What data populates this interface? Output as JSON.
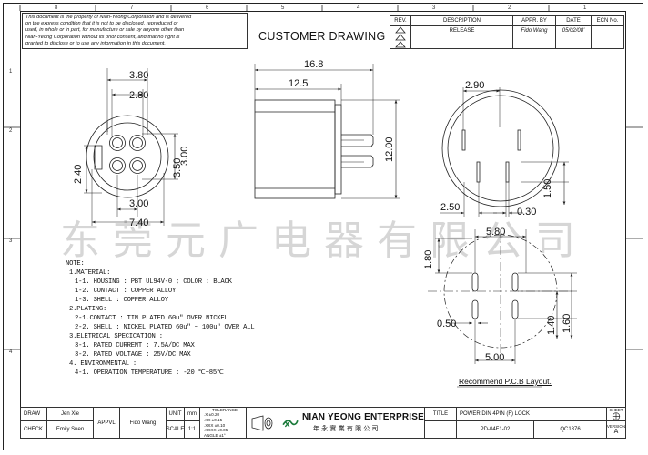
{
  "confidentiality_notice": [
    "This document is the property of Nian-Yeong Corporation and is delivered",
    "on the express condition that it is not to be disclosed, reproduced or",
    "used, in whole or in part, for manufacture or sale by anyone other than",
    "Nian-Yeong Corporation without its prior consent, and that no right is",
    "granted to disclose or to use any information in this document."
  ],
  "drawing_title": "CUSTOMER DRAWING",
  "revision_table": {
    "headers": [
      "REV.",
      "DESCRIPTION",
      "APPR. BY",
      "DATE",
      "ECN No."
    ],
    "rows": [
      {
        "rev": "",
        "description": "RELEASE",
        "appr": "Fido Wang",
        "date": "05/02/08'",
        "ecn": ""
      }
    ]
  },
  "border_numbers": {
    "top": [
      "8",
      "7",
      "6",
      "5",
      "4",
      "3",
      "2",
      "1"
    ],
    "left": [
      "1",
      "2",
      "3",
      "4"
    ]
  },
  "front_view_dims": {
    "d_3_80": "3.80",
    "d_2_80": "2.80",
    "d_3_00_right": "3.00",
    "d_3_50": "3.50",
    "d_2_40": "2.40",
    "d_3_00_bottom": "3.00",
    "d_7_40": "7.40"
  },
  "side_view_dims": {
    "d_16_8": "16.8",
    "d_12_5": "12.5",
    "d_12_00": "12.00"
  },
  "end_view_dims": {
    "d_2_90": "2.90",
    "d_1_50": "1.50",
    "d_2_50": "2.50",
    "d_0_30": "0.30"
  },
  "pcb_dims": {
    "d_5_80": "5.80",
    "d_1_80": "1.80",
    "d_0_50": "0.50",
    "d_1_40": "1.40",
    "d_1_60": "1.60",
    "d_5_00": "5.00"
  },
  "pcb_label": "Recommend P.C.B Layout.",
  "watermark": "东莞元广电器有限公司",
  "notes": {
    "heading": "NOTE:",
    "lines": [
      "1.MATERIAL:",
      "1-1. HOUSING : PBT UL94V-0 ; COLOR : BLACK",
      "1-2. CONTACT : COPPER ALLOY",
      "1-3. SHELL : COPPER ALLOY",
      "2.PLATING:",
      "2-1.CONTACT :  TIN PLATED 60u\" OVER NICKEL",
      "2-2. SHELL : NICKEL PLATED 60u\" ~ 100u\" OVER ALL",
      "3.ELETRICAL SPECICATION :",
      "3-1. RATED CURRENT : 7.5A/DC MAX",
      "3-2. RATED VOLTAGE : 25V/DC MAX",
      "4. ENVIRONMENTAL :",
      "4-1. OPERATION TEMPERATURE : -20 ℃~85℃"
    ]
  },
  "title_block": {
    "draw_label": "DRAW",
    "draw_value": "Jen Xie",
    "check_label": "CHECK",
    "check_value": "Emily Suen",
    "appvl_label": "APPVL",
    "appvl_value": "Fido Wang",
    "unit_label": "UNIT",
    "unit_value": "mm",
    "scale_label": "SCALE",
    "scale_value": "1:1",
    "tolerance_label": "TOLERANCE",
    "tolerance_lines": [
      ".X ±0.20",
      ".XX ±0.15",
      ".XXX ±0.10",
      ".XXXX ±0.05",
      "ANGLE ±1°"
    ],
    "company_name": "NIAN YEONG ENTERPRISE",
    "company_chinese": "年 永 實 業 有 限 公 司",
    "title_label": "TITLE",
    "title_value": "POWER DIN 4PIN (F) LOCK",
    "part_no": "PD-04F1-02",
    "doc_no": "QC1876",
    "sheet_label": "SHEET",
    "version_label": "VERSION",
    "version_value": "A"
  }
}
